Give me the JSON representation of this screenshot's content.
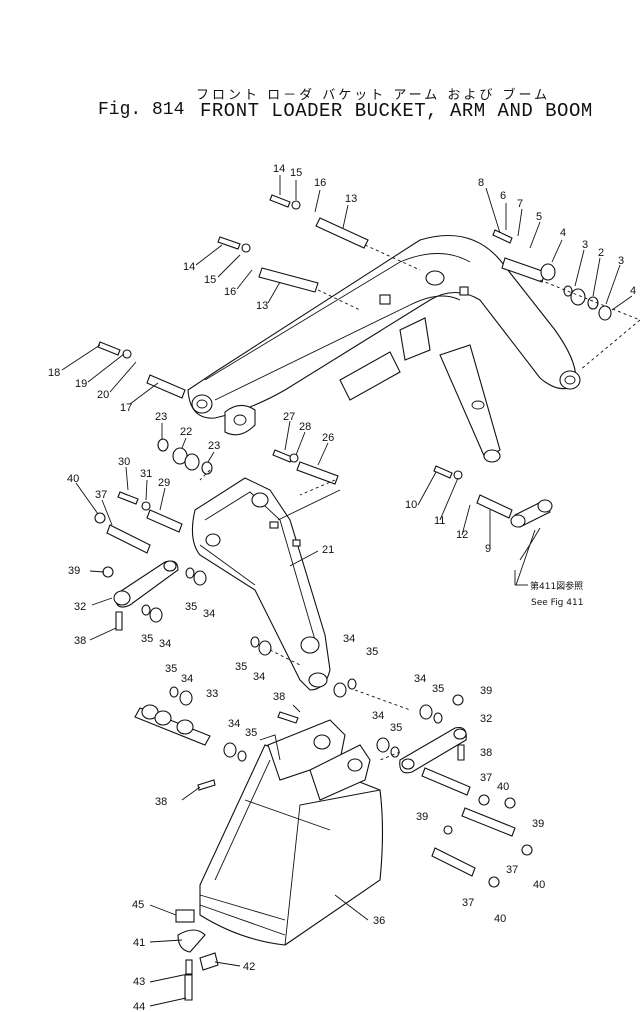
{
  "header": {
    "title_jp": "フロント ロ－ダ バケット アーム および ブーム",
    "fig_label": "Fig. 814",
    "title_en": "FRONT LOADER BUCKET, ARM AND BOOM"
  },
  "reference_note": {
    "jp": "第411図参照",
    "en": "See Fig 411"
  },
  "callouts": {
    "c1": "14",
    "c2": "15",
    "c3": "16",
    "c4": "13",
    "c5": "14",
    "c6": "15",
    "c7": "16",
    "c8": "13",
    "c9": "8",
    "c10": "6",
    "c11": "7",
    "c12": "5",
    "c13": "4",
    "c14": "3",
    "c15": "2",
    "c16": "3",
    "c17": "4",
    "c18": "18",
    "c19": "19",
    "c20": "20",
    "c21": "17",
    "c22": "23",
    "c23": "22",
    "c24": "23",
    "c25": "27",
    "c26": "28",
    "c27": "26",
    "c28": "30",
    "c29": "31",
    "c30": "29",
    "c31": "40",
    "c32": "37",
    "c33": "39",
    "c34": "32",
    "c35": "38",
    "c36": "35",
    "c37": "34",
    "c38": "35",
    "c39": "34",
    "c40": "21",
    "c41": "10",
    "c42": "11",
    "c43": "12",
    "c44": "9",
    "c45": "35",
    "c46": "34",
    "c47": "34",
    "c48": "35",
    "c49": "35",
    "c50": "34",
    "c51": "33",
    "c52": "38",
    "c53": "34",
    "c54": "35",
    "c55": "34",
    "c56": "35",
    "c57": "39",
    "c58": "34",
    "c59": "35",
    "c60": "32",
    "c61": "38",
    "c62": "37",
    "c63": "40",
    "c64": "39",
    "c65": "39",
    "c66": "37",
    "c67": "40",
    "c68": "37",
    "c69": "40",
    "c70": "38",
    "c71": "36",
    "c72": "45",
    "c73": "41",
    "c74": "42",
    "c75": "43",
    "c76": "44"
  }
}
